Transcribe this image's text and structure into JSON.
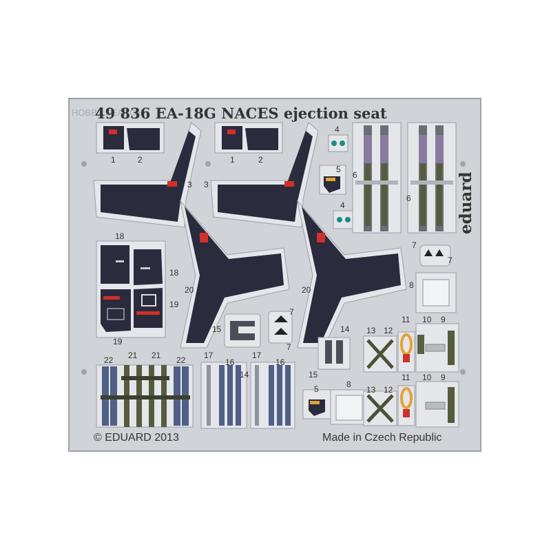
{
  "sheet": {
    "title": "49 836 EA-18G NACES ejection seat",
    "watermark": "HOBBY SEARCH",
    "brand": "eduard",
    "copyright": "© EDUARD 2013",
    "origin": "Made in Czech Republic"
  },
  "labels": {
    "n1": "1",
    "n2": "2",
    "n3": "3",
    "n4": "4",
    "n5": "5",
    "n6": "6",
    "n7": "7",
    "n8": "8",
    "n9": "9",
    "n10": "10",
    "n11": "11",
    "n12": "12",
    "n13": "13",
    "n14": "14",
    "n15": "15",
    "n16": "16",
    "n17": "17",
    "n18": "18",
    "n19": "19",
    "n20": "20",
    "n21": "21",
    "n22": "22"
  },
  "colors": {
    "fret": "#d0d3d8",
    "fret_edge": "#9fa3aa",
    "metal": "#e4e6ea",
    "dark_part": "#2a2b3d",
    "red_placard": "#d0302a",
    "olive_belt": "#575b3e",
    "blue_belt": "#4f5f86",
    "teal": "#1e8a86",
    "orange": "#e3a232"
  }
}
